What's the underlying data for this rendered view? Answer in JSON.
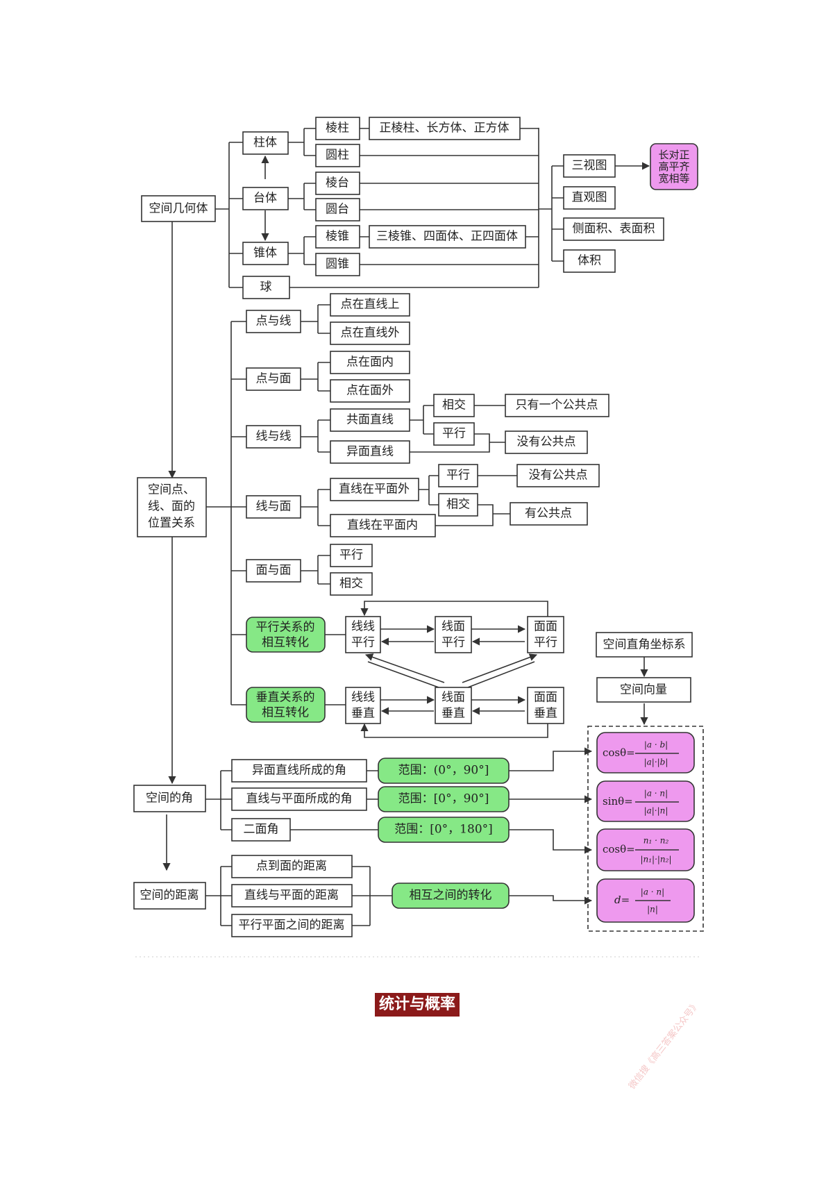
{
  "geometry": {
    "solid": "空间几何体",
    "prism_group": "柱体",
    "frustum_group": "台体",
    "pyramid_group": "锥体",
    "sphere": "球",
    "prism": "棱柱",
    "prism_examples": "正棱柱、长方体、正方体",
    "cylinder": "圆柱",
    "frustum_prism": "棱台",
    "frustum_cone": "圆台",
    "pyramid": "棱锥",
    "pyramid_examples": "三棱锥、四面体、正四面体",
    "cone": "圆锥",
    "three_views": "三视图",
    "three_views_rule": [
      "长对正",
      "高平齐",
      "宽相等"
    ],
    "intuitive_view": "直观图",
    "areas": "侧面积、表面积",
    "volume": "体积"
  },
  "relations": {
    "title": [
      "空间点、",
      "线、面的",
      "位置关系"
    ],
    "point_line": "点与线",
    "point_on_line": "点在直线上",
    "point_off_line": "点在直线外",
    "point_plane": "点与面",
    "point_in_plane": "点在面内",
    "point_off_plane": "点在面外",
    "line_line": "线与线",
    "coplanar": "共面直线",
    "skew": "异面直线",
    "intersect": "相交",
    "parallel": "平行",
    "one_common_point": "只有一个公共点",
    "no_common_point": "没有公共点",
    "line_plane": "线与面",
    "line_outside_plane": "直线在平面外",
    "line_in_plane": "直线在平面内",
    "has_common_points": "有公共点",
    "plane_plane": "面与面",
    "parallel_transform": [
      "平行关系的",
      "相互转化"
    ],
    "perp_transform": [
      "垂直关系的",
      "相互转化"
    ],
    "ll_parallel": [
      "线线",
      "平行"
    ],
    "lp_parallel": [
      "线面",
      "平行"
    ],
    "pp_parallel": [
      "面面",
      "平行"
    ],
    "ll_perp": [
      "线线",
      "垂直"
    ],
    "lp_perp": [
      "线面",
      "垂直"
    ],
    "pp_perp": [
      "面面",
      "垂直"
    ]
  },
  "vectors": {
    "coord_system": "空间直角坐标系",
    "space_vector": "空间向量"
  },
  "angles": {
    "title": "空间的角",
    "skew_angle": "异面直线所成的角",
    "line_plane_angle": "直线与平面所成的角",
    "dihedral": "二面角",
    "range1": "范围：(0°，90°]",
    "range2": "范围：[0°，90°]",
    "range3": "范围：[0°，180°]"
  },
  "distances": {
    "title": "空间的距离",
    "point_plane": "点到面的距离",
    "line_plane": "直线与平面的距离",
    "parallel_planes": "平行平面之间的距离",
    "transform": "相互之间的转化"
  },
  "formulas": {
    "f1_lhs": "cosθ=",
    "f2_lhs": "sinθ=",
    "f3_lhs": "cosθ=",
    "f4_lhs": "d="
  },
  "section_title": "统计与概率",
  "watermark": "微信搜《高三答案公众号》",
  "colors": {
    "green": "#86e886",
    "pink": "#ee99ee",
    "section_bg": "#8b1a1a"
  }
}
